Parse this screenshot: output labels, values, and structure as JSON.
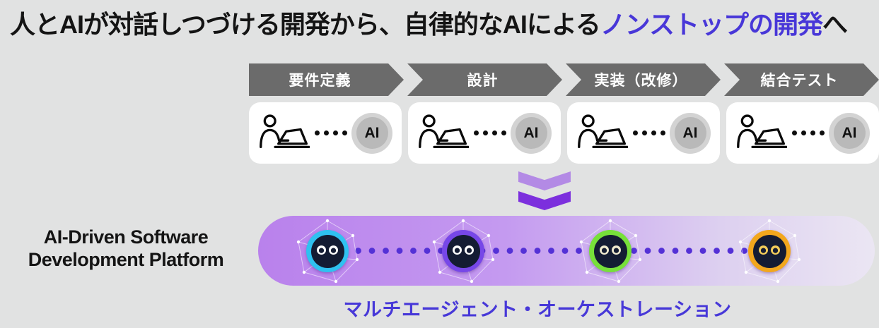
{
  "title": {
    "black_prefix": "人とAIが対話しつづける開発から、自律的なAIによる",
    "highlight": "ノンストップの開発",
    "black_suffix": "へ",
    "highlight_color": "#4837d8"
  },
  "process": {
    "stages": [
      {
        "label": "要件定義"
      },
      {
        "label": "設計"
      },
      {
        "label": "実装（改修）"
      },
      {
        "label": "結合テスト"
      }
    ],
    "ai_badge_label": "AI"
  },
  "platform": {
    "label_line1": "AI-Driven Software",
    "label_line2": "Development Platform",
    "caption": "マルチエージェント・オーケストレーション",
    "agents": [
      {
        "name": "agent-cyan",
        "ring_color": "#2fc1f0",
        "eye_color": "#ffffff"
      },
      {
        "name": "agent-violet",
        "ring_color": "#7747e8",
        "eye_color": "#ffffff"
      },
      {
        "name": "agent-green",
        "ring_color": "#77e03a",
        "eye_color": "#efe9cf"
      },
      {
        "name": "agent-orange",
        "ring_color": "#f2a71d",
        "eye_color": "#f2cc5a"
      }
    ]
  },
  "colors": {
    "background": "#e1e2e2",
    "stage_chevron": "#6b6b6b",
    "accent_text": "#4738d8",
    "arrow_light": "#b38ae5",
    "arrow_dark": "#7c2fdd",
    "bar_gradient_start": "#b981ec",
    "bar_gradient_end": "#ebe6f3",
    "connector_dot": "#5431d6"
  }
}
